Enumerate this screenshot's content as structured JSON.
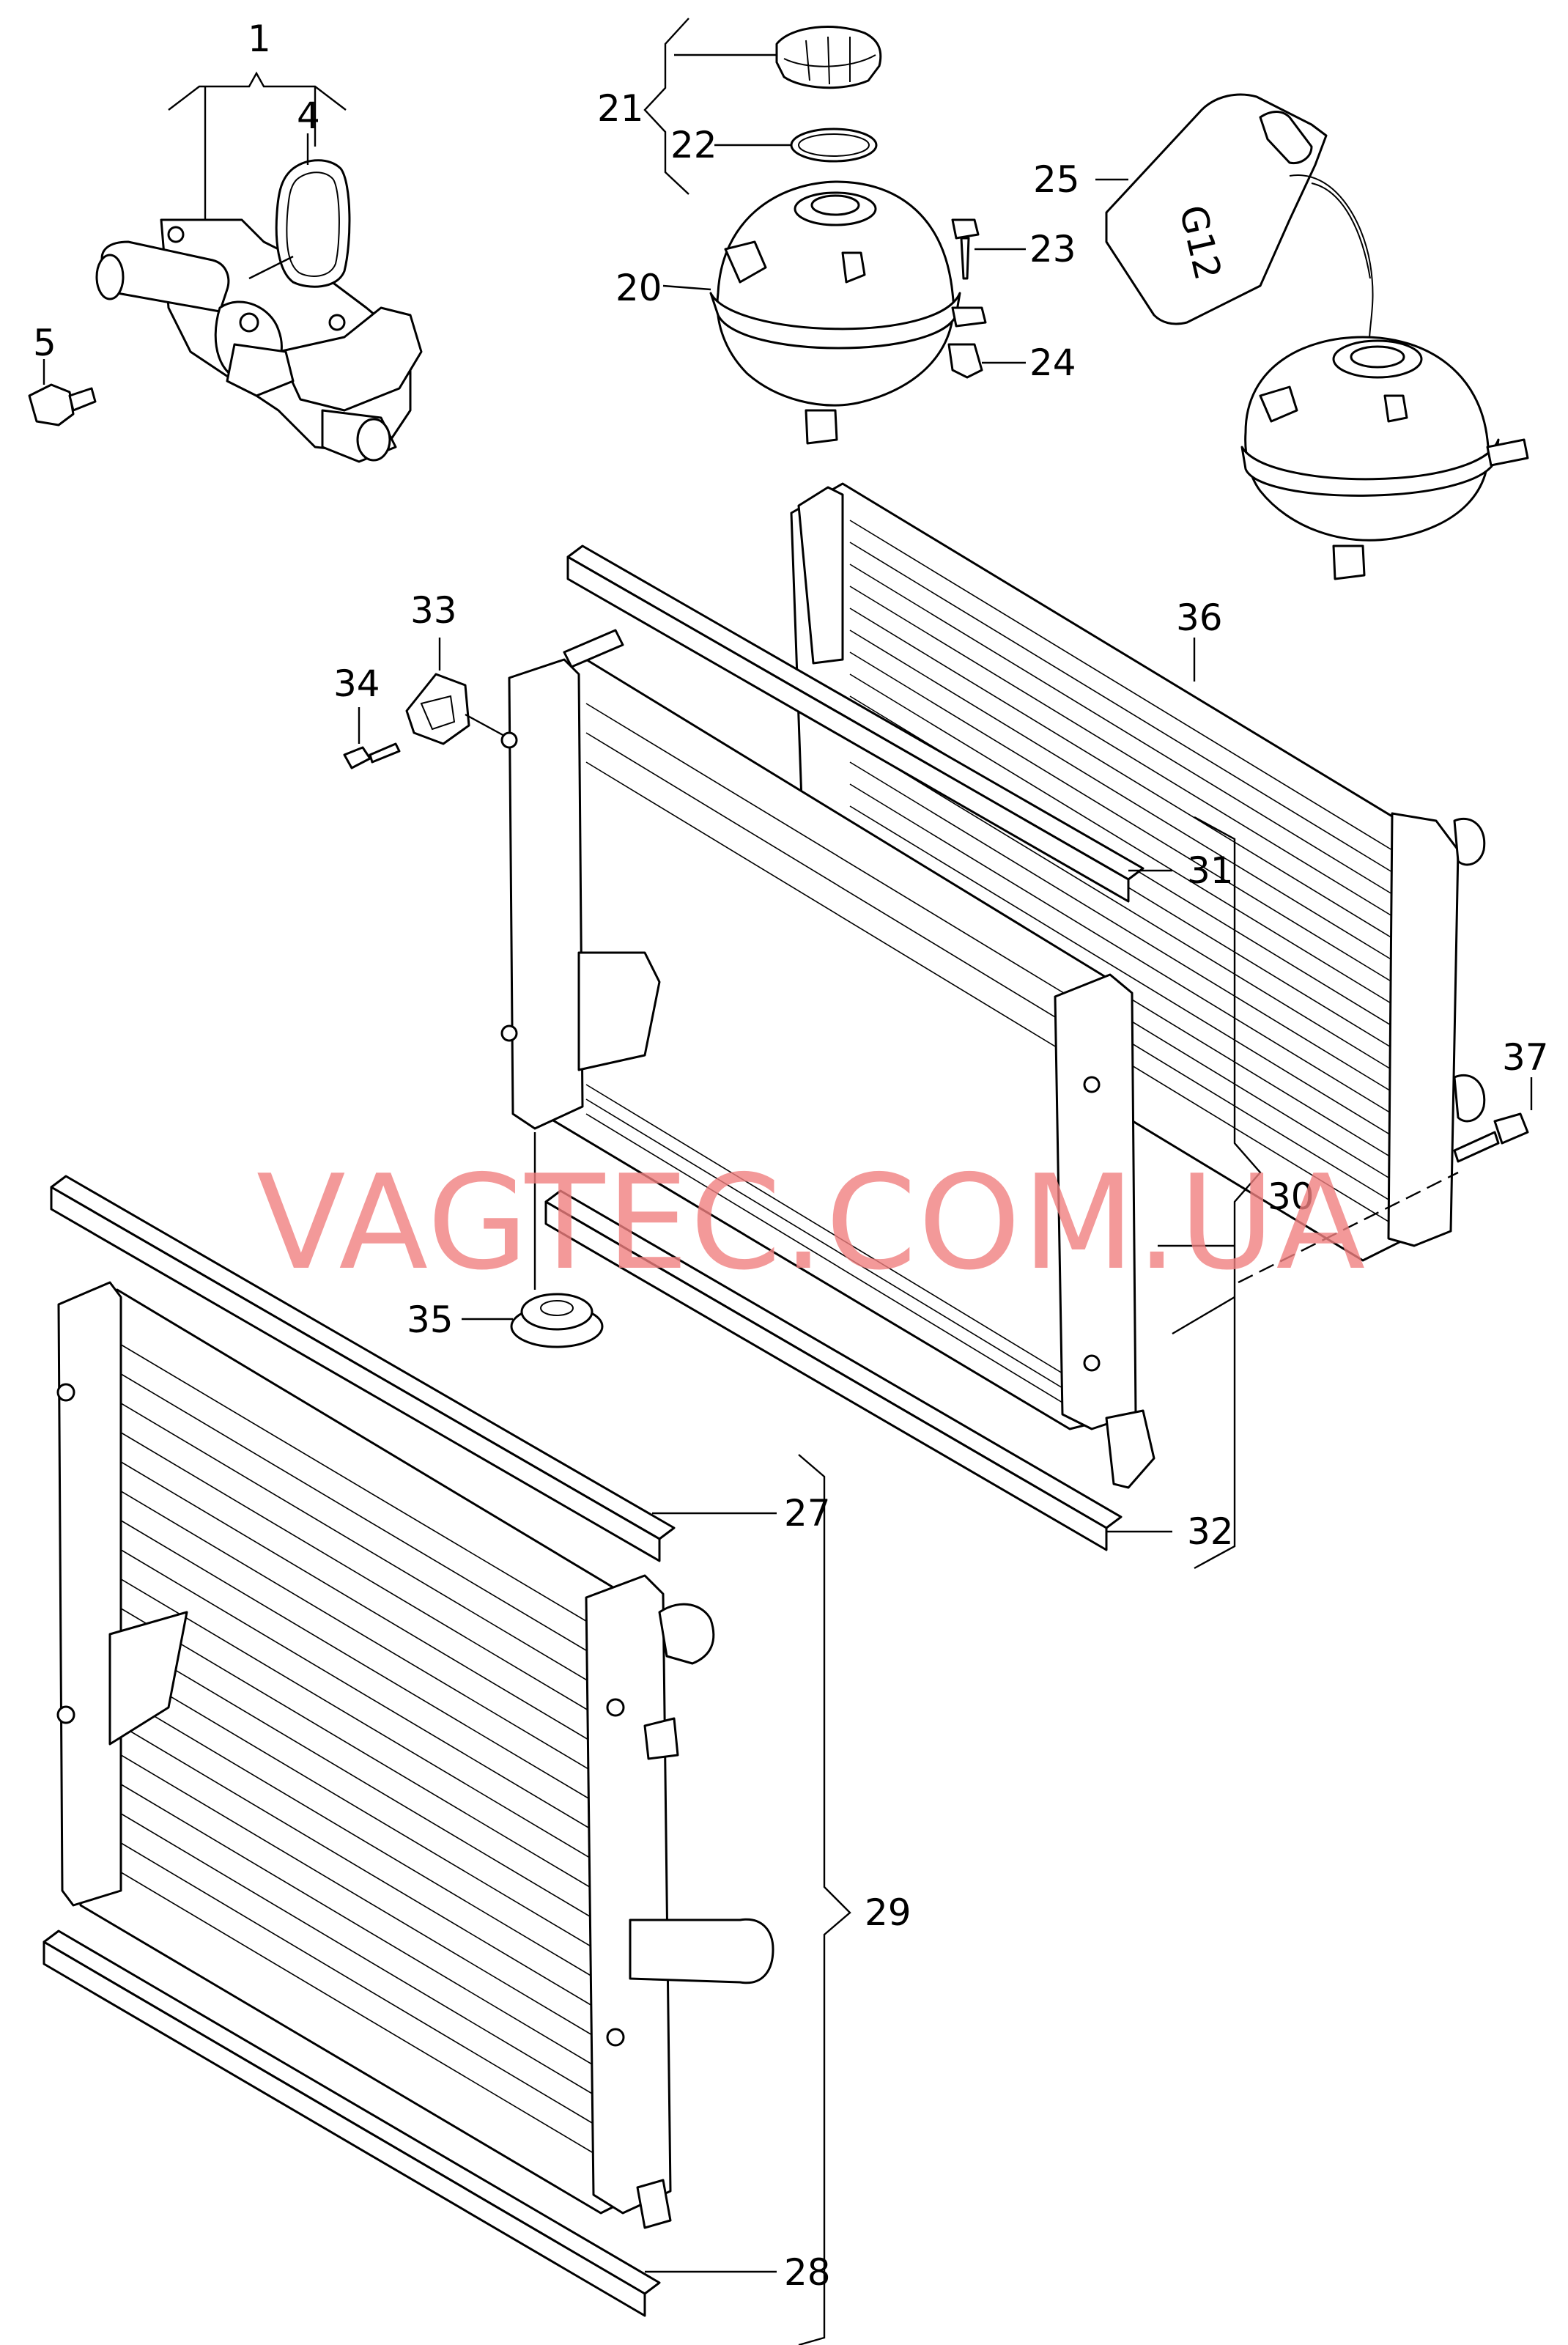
{
  "callouts": [
    {
      "id": "c1",
      "text": "1"
    },
    {
      "id": "c4",
      "text": "4"
    },
    {
      "id": "c5",
      "text": "5"
    },
    {
      "id": "c20",
      "text": "20"
    },
    {
      "id": "c21",
      "text": "21"
    },
    {
      "id": "c22",
      "text": "22"
    },
    {
      "id": "c23",
      "text": "23"
    },
    {
      "id": "c24",
      "text": "24"
    },
    {
      "id": "c25",
      "text": "25"
    },
    {
      "id": "c27",
      "text": "27"
    },
    {
      "id": "c28",
      "text": "28"
    },
    {
      "id": "c29",
      "text": "29"
    },
    {
      "id": "c30",
      "text": "30"
    },
    {
      "id": "c31",
      "text": "31"
    },
    {
      "id": "c32",
      "text": "32"
    },
    {
      "id": "c33",
      "text": "33"
    },
    {
      "id": "c34",
      "text": "34"
    },
    {
      "id": "c35",
      "text": "35"
    },
    {
      "id": "c36",
      "text": "36"
    },
    {
      "id": "c37",
      "text": "37"
    }
  ],
  "coolant_bottle": {
    "label": "G12"
  },
  "watermark": {
    "text": "VAGTEC.COM.UA",
    "color": "#f08080"
  }
}
